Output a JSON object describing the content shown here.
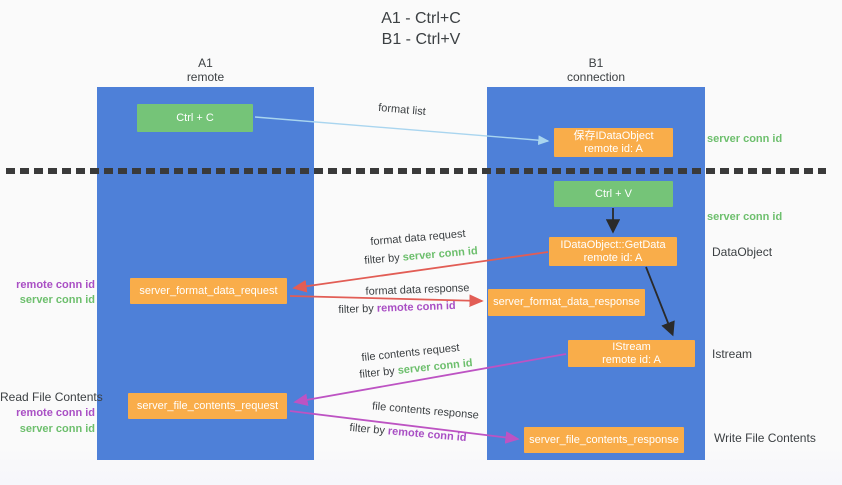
{
  "title": {
    "line1": "A1 - Ctrl+C",
    "line2": "B1 - Ctrl+V"
  },
  "columns": {
    "a1": {
      "name": "A1",
      "subtitle": "remote"
    },
    "b1": {
      "name": "B1",
      "subtitle": "connection"
    }
  },
  "nodes": {
    "ctrl_c": {
      "label": "Ctrl + C"
    },
    "ctrl_v": {
      "label": "Ctrl + V"
    },
    "save_idataobject": {
      "line1": "保存IDataObject",
      "line2": "remote id: A"
    },
    "idataobject_getdata": {
      "line1": "IDataObject::GetData",
      "line2": "remote id: A"
    },
    "istream": {
      "line1": "IStream",
      "line2": "remote id: A"
    },
    "server_format_data_request": {
      "label": "server_format_data_request"
    },
    "server_format_data_response": {
      "label": "server_format_data_response"
    },
    "server_file_contents_request": {
      "label": "server_file_contents_request"
    },
    "server_file_contents_response": {
      "label": "server_file_contents_response"
    }
  },
  "flow_labels": {
    "format_list": "format list",
    "format_data_request": "format data request",
    "format_data_response": "format data response",
    "file_contents_request": "file contents request",
    "file_contents_response": "file contents response",
    "filter_by": "filter by",
    "server_conn_id": "server conn id",
    "remote_conn_id": "remote conn id"
  },
  "side_labels": {
    "right_server_conn_id_top": "server conn id",
    "right_server_conn_id_mid": "server conn id",
    "right_dataobject": "DataObject",
    "right_istream": "Istream",
    "right_write_file_contents": "Write File Contents",
    "left_remote_conn_id_top": "remote conn id",
    "left_server_conn_id_top": "server conn id",
    "left_read_file_contents": "Read File Contents",
    "left_remote_conn_id_bottom": "remote conn id",
    "left_server_conn_id_bottom": "server conn id"
  },
  "colors": {
    "column_blue": "#4e80d8",
    "box_green": "#75c478",
    "box_orange": "#f9ad4a",
    "arrow_red": "#e25d55",
    "arrow_magenta": "#bd53c3",
    "arrow_blue": "#a9d5ef",
    "text_green": "#6dbf6d",
    "text_purple": "#a94fc4"
  }
}
